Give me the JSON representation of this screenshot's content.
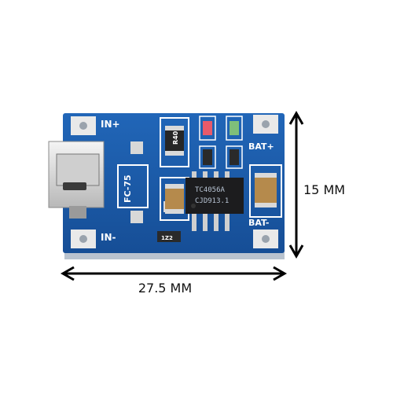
{
  "board": {
    "labels": {
      "in_plus": "IN+",
      "in_minus": "IN-",
      "bat_plus": "BAT+",
      "bat_minus": "BAT-",
      "model": "FC-75",
      "resistor": "R40",
      "small_chip": "1Z2"
    },
    "chip": {
      "line1": "TC4056A",
      "line2": "CJD913.1"
    },
    "colors": {
      "pcb": "#1a5aa8",
      "pad": "#e8e8e8",
      "chip": "#1c1c1e"
    }
  },
  "dimensions": {
    "width": "27.5 MM",
    "height": "15 MM"
  }
}
